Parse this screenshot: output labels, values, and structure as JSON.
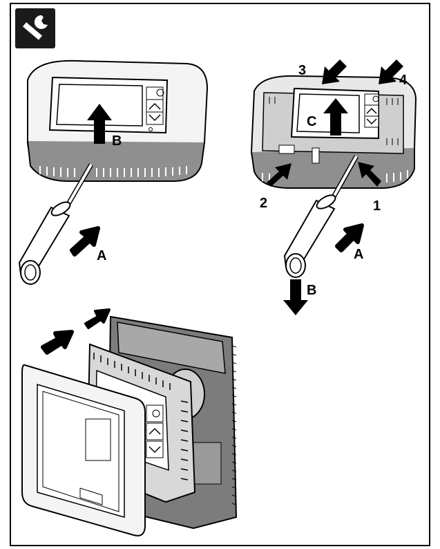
{
  "icons": {
    "tool": "wrench-icon",
    "arrow": "push-arrow-icon"
  },
  "colors": {
    "frame": "#000000",
    "badge": "#1a1a1a",
    "device_light": "#f2f2f2",
    "device_dark": "#7a7a7a",
    "device_base": "#9a9a9a"
  },
  "step1": {
    "label_b": "B",
    "label_a": "A"
  },
  "step2": {
    "label_3": "3",
    "label_4": "4",
    "label_c": "C",
    "label_2": "2",
    "label_1": "1",
    "label_a": "A",
    "label_b": "B"
  }
}
